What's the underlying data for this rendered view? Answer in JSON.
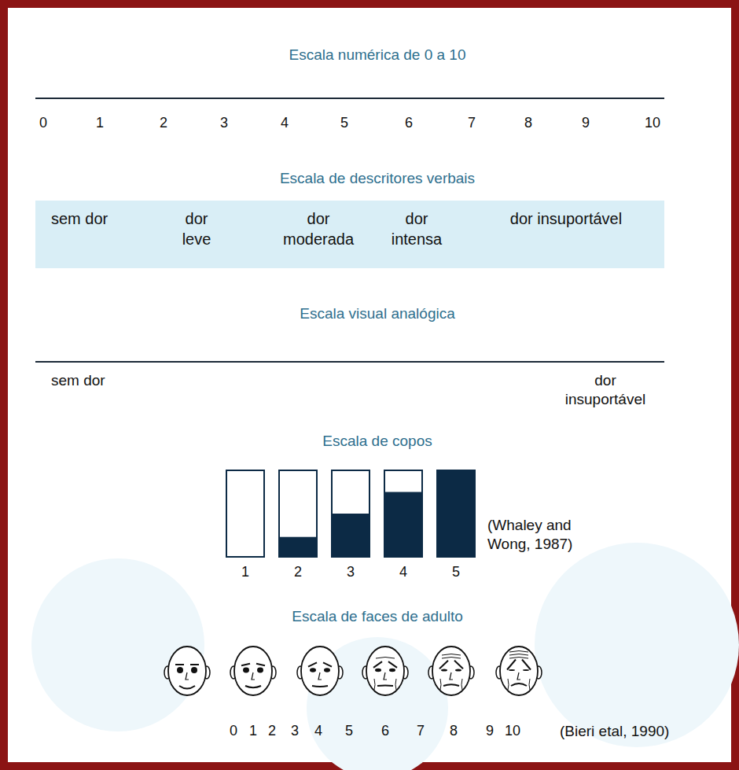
{
  "diagram": {
    "nodes": [
      {
        "text": [
          "sem dor",
          "dor leve",
          "dor moderada",
          "dor intensa",
          "dor insuportável"
        ]
      }
    ],
    "labels": [
      "Escala numérica de 0 a 10",
      "0",
      "1",
      "2",
      "3",
      "4",
      "5",
      "6",
      "7",
      "8",
      "9",
      "10",
      "Escala de descritores verbais",
      "Escala visual analógica",
      "sem dor",
      "dor insuportável",
      "Escala de copos",
      "1",
      "2",
      "3",
      "4",
      "5",
      "(Whaley and Wong, 1987)",
      "Escala de faces de adulto",
      "0",
      "1",
      "2",
      "3",
      "4",
      "5",
      "6",
      "7",
      "8",
      "9",
      "10",
      "(Bieri etal, 1990)"
    ]
  }
}
